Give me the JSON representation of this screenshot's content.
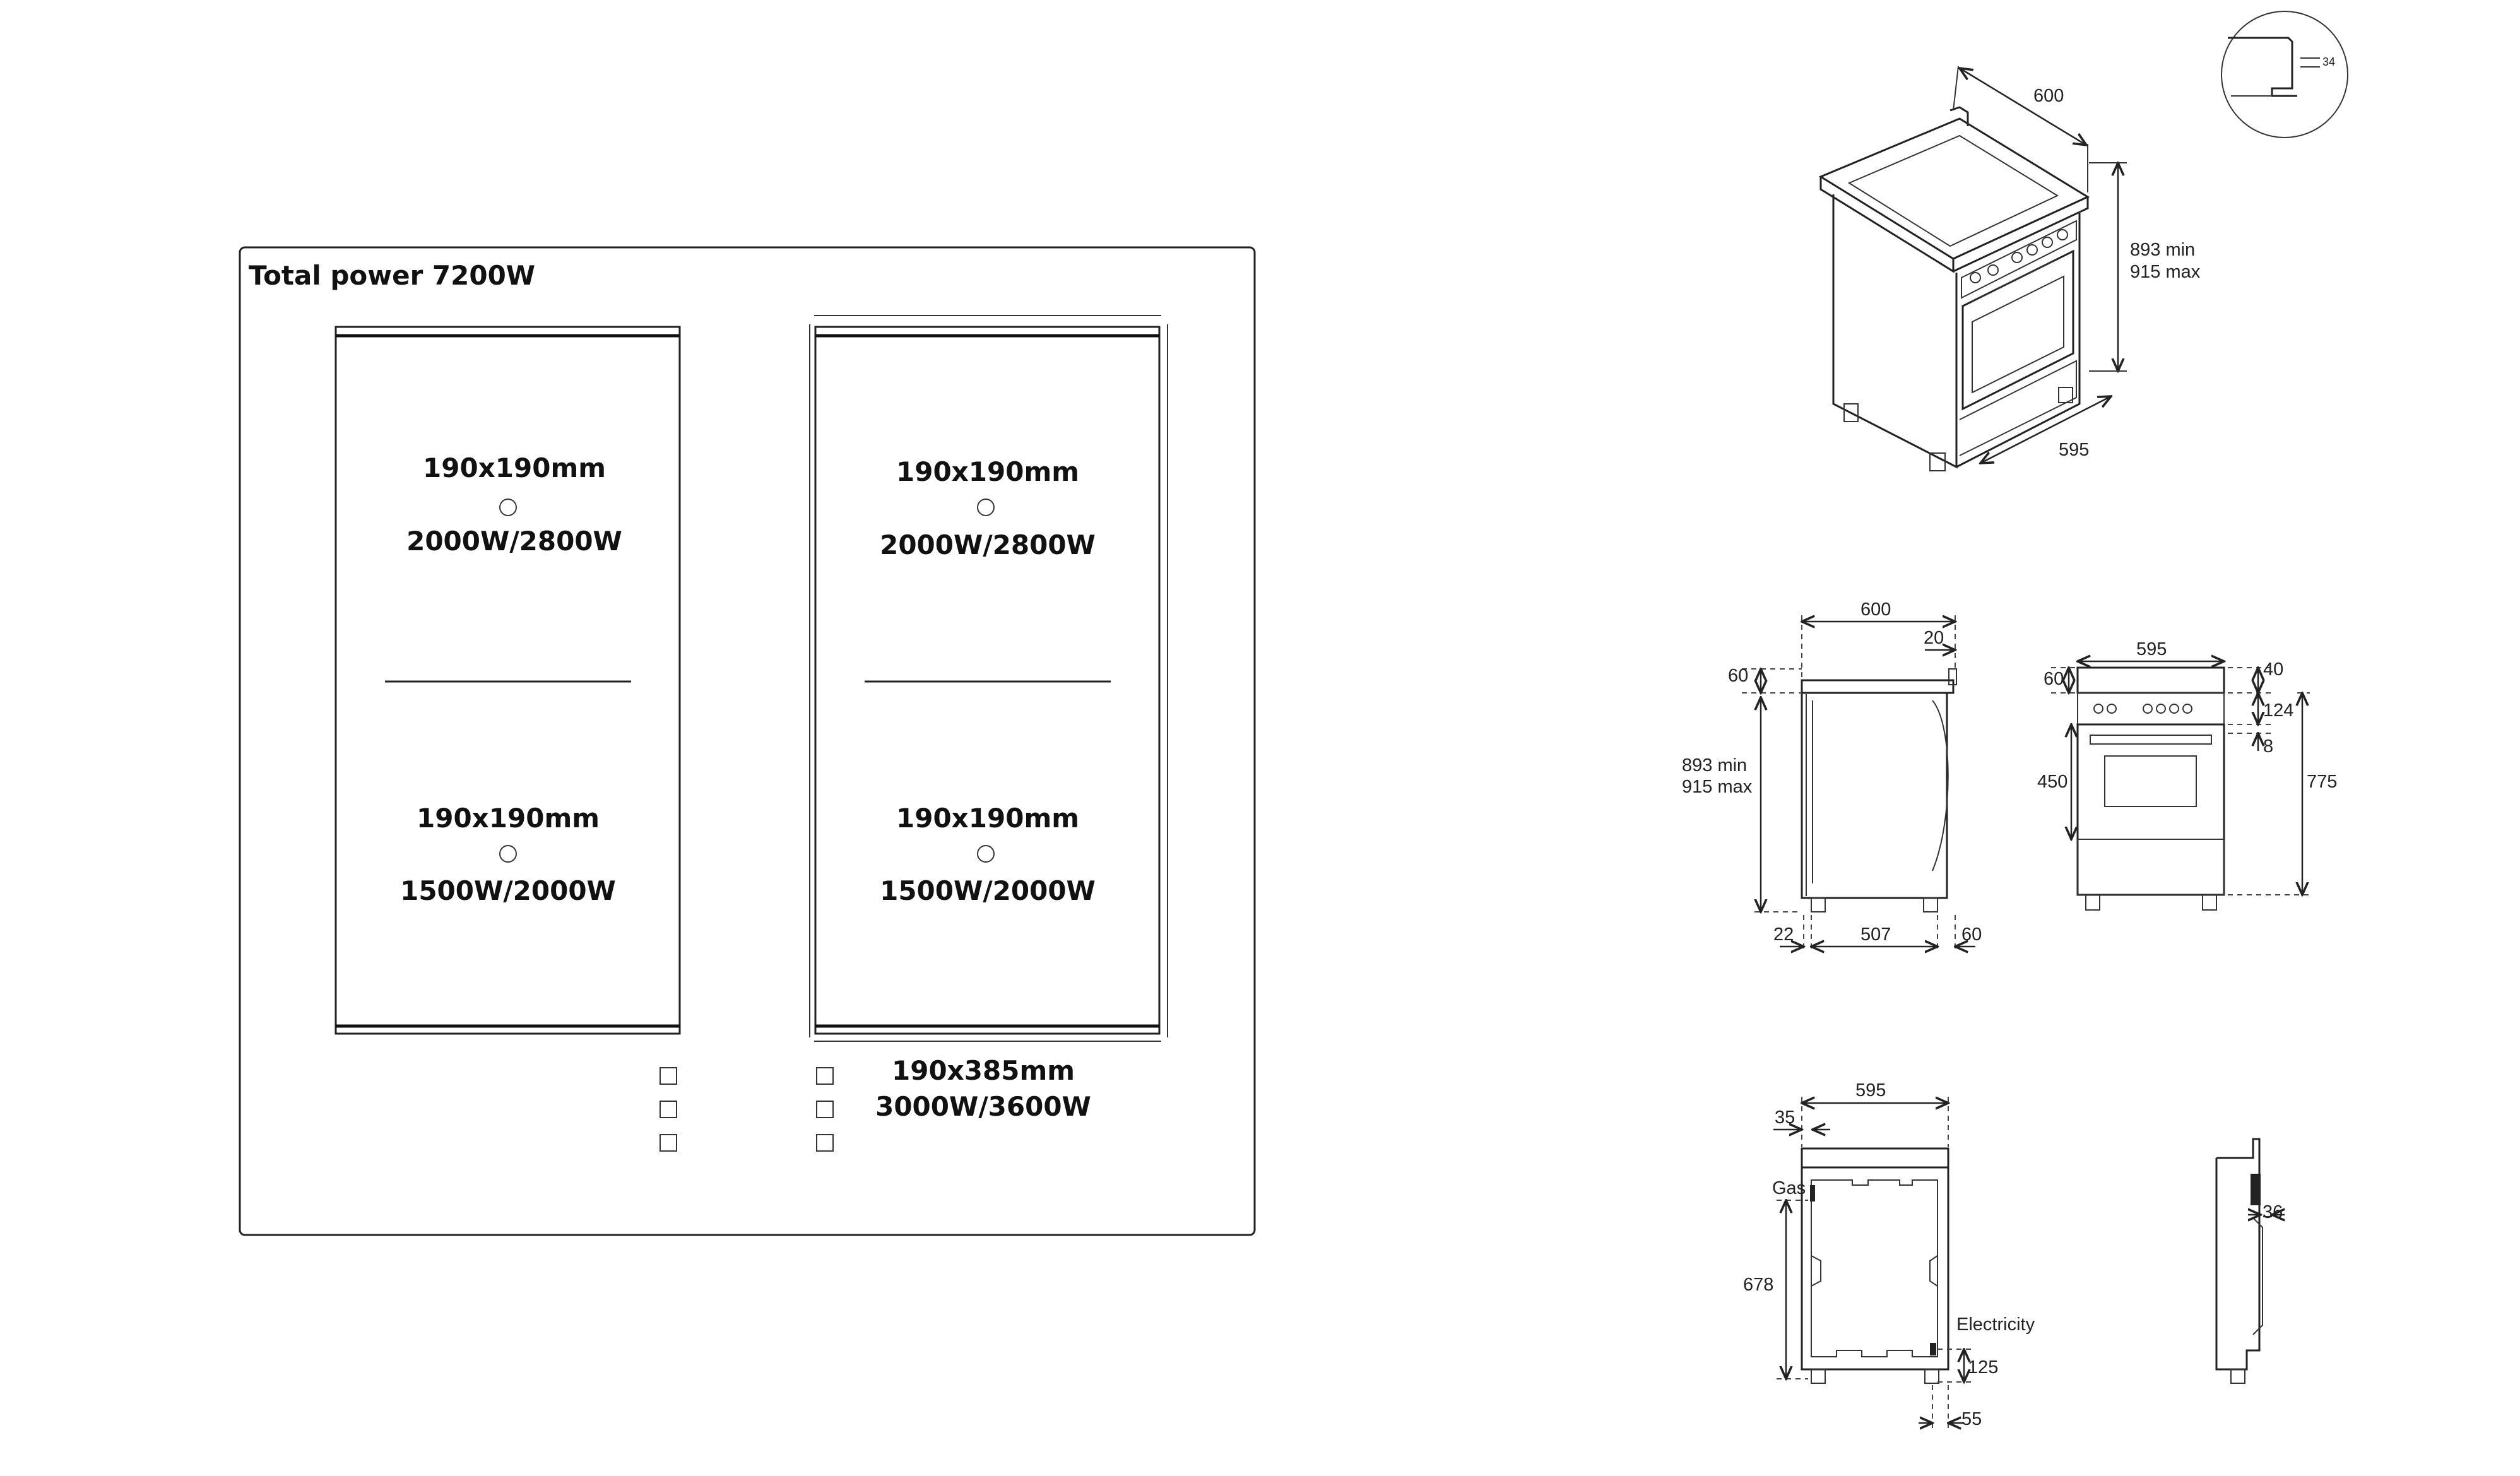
{
  "hob": {
    "total_power": "Total power 7200W",
    "zones": [
      {
        "size": "190x190mm",
        "power": "2000W/2800W"
      },
      {
        "size": "190x190mm",
        "power": "2000W/2800W"
      },
      {
        "size": "190x190mm",
        "power": "1500W/2000W"
      },
      {
        "size": "190x190mm",
        "power": "1500W/2000W"
      }
    ],
    "bridge": {
      "size": "190x385mm",
      "power": "3000W/3600W"
    }
  },
  "perspective": {
    "width": "600",
    "depth": "595",
    "height_min": "893 min",
    "height_max": "915 max"
  },
  "detail": {
    "value": "34"
  },
  "side_view": {
    "width": "600",
    "top_overhang": "20",
    "top_height": "60",
    "height_min": "893 min",
    "height_max": "915 max",
    "bottom_left": "22",
    "bottom_mid": "507",
    "bottom_right": "60"
  },
  "front_view": {
    "width": "595",
    "top_height": "60",
    "d40": "40",
    "d124": "124",
    "d8": "8",
    "oven_height": "450",
    "total_height": "775"
  },
  "rear_view": {
    "width": "595",
    "offset": "35",
    "gas_label": "Gas",
    "height": "678",
    "electricity_label": "Electricity",
    "elec_height": "125",
    "elec_offset": "55"
  },
  "profile": {
    "depth": "36"
  }
}
